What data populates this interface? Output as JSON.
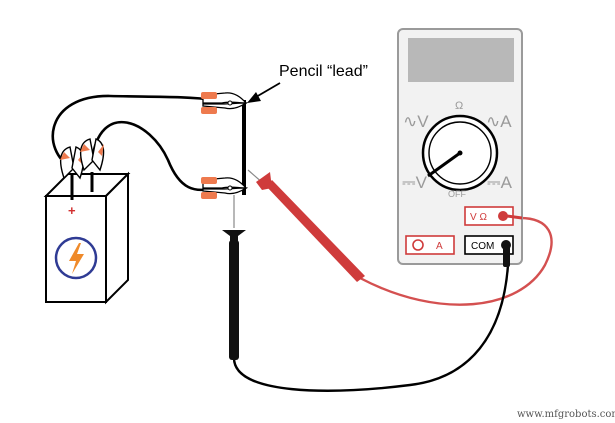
{
  "labels": {
    "pencil_lead": "Pencil “lead”",
    "battery_plus": "+",
    "battery_minus": "−"
  },
  "meter": {
    "dial_ohm": "Ω",
    "dial_ac_v": "∿V",
    "dial_ac_a": "∿A",
    "dial_dc_v": "⎓V",
    "dial_dc_a": "⎓A",
    "dial_off": "OFF",
    "jack_vohm": "V Ω",
    "jack_amps": "A",
    "jack_com": "COM"
  },
  "watermark": "www.mfgrobots.com",
  "colors": {
    "clip_orange": "#ee7a4e",
    "probe_red": "#cf3b3b",
    "lead_red": "#d45050",
    "probe_black": "#111111",
    "battery_icon_blue": "#2f3b94",
    "battery_bolt_orange": "#ef8a2a",
    "meter_body": "#f2f2f2",
    "meter_display": "#b8b8b8",
    "dial_label_gray": "#9a9a9a"
  },
  "icons": {
    "battery": "lightning-bolt-icon",
    "arrow": "arrow-pointer-icon"
  }
}
